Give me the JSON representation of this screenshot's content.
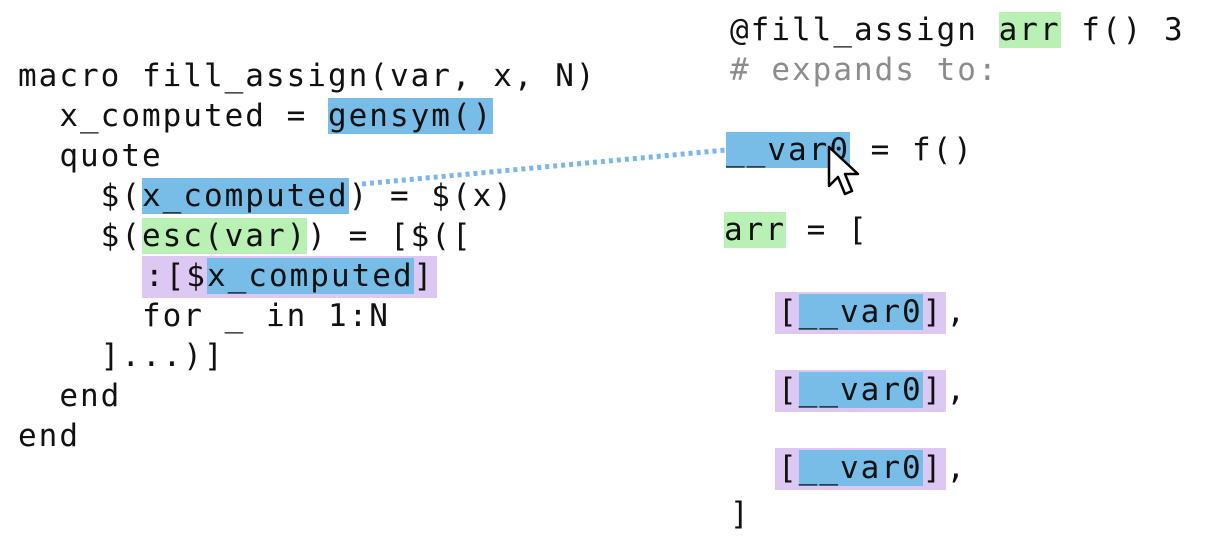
{
  "colors": {
    "local_highlight": "#77bde8",
    "user_highlight": "#b9f0b3",
    "array_element_highlight": "#ddc8f3",
    "comment": "#8c8c8c",
    "connector": "#7ab6ec"
  },
  "macro_def": {
    "line1": "macro fill_assign(var, x, N)",
    "line2_prefix": "  x_computed = ",
    "line2_hl": "gensym()",
    "line3": "  quote",
    "line4_a": "    $(",
    "line4_hl": "x_computed",
    "line4_b": ") = $(x)",
    "line5_a": "    $(",
    "line5_hl": "esc(var)",
    "line5_b": ") = [$([",
    "line6_indent": "      ",
    "line6_a": ":[$",
    "line6_hl": "x_computed",
    "line6_b": "]",
    "line7": "      for _ in 1:N",
    "line8": "    ]...)]",
    "line9": "  end",
    "line10": "end"
  },
  "expansion": {
    "call_a": "@fill_assign ",
    "call_hl": "arr",
    "call_b": " f() 3",
    "comment": "# expands to:",
    "assign_hl": "__var0",
    "assign_b": " = f()",
    "arr_hl": "arr",
    "arr_b": " = [",
    "elem_open": "[",
    "elem_var": "__var0",
    "elem_close": "]",
    "comma": ",",
    "close": "]"
  },
  "cursor_icon": "mouse-pointer-icon"
}
